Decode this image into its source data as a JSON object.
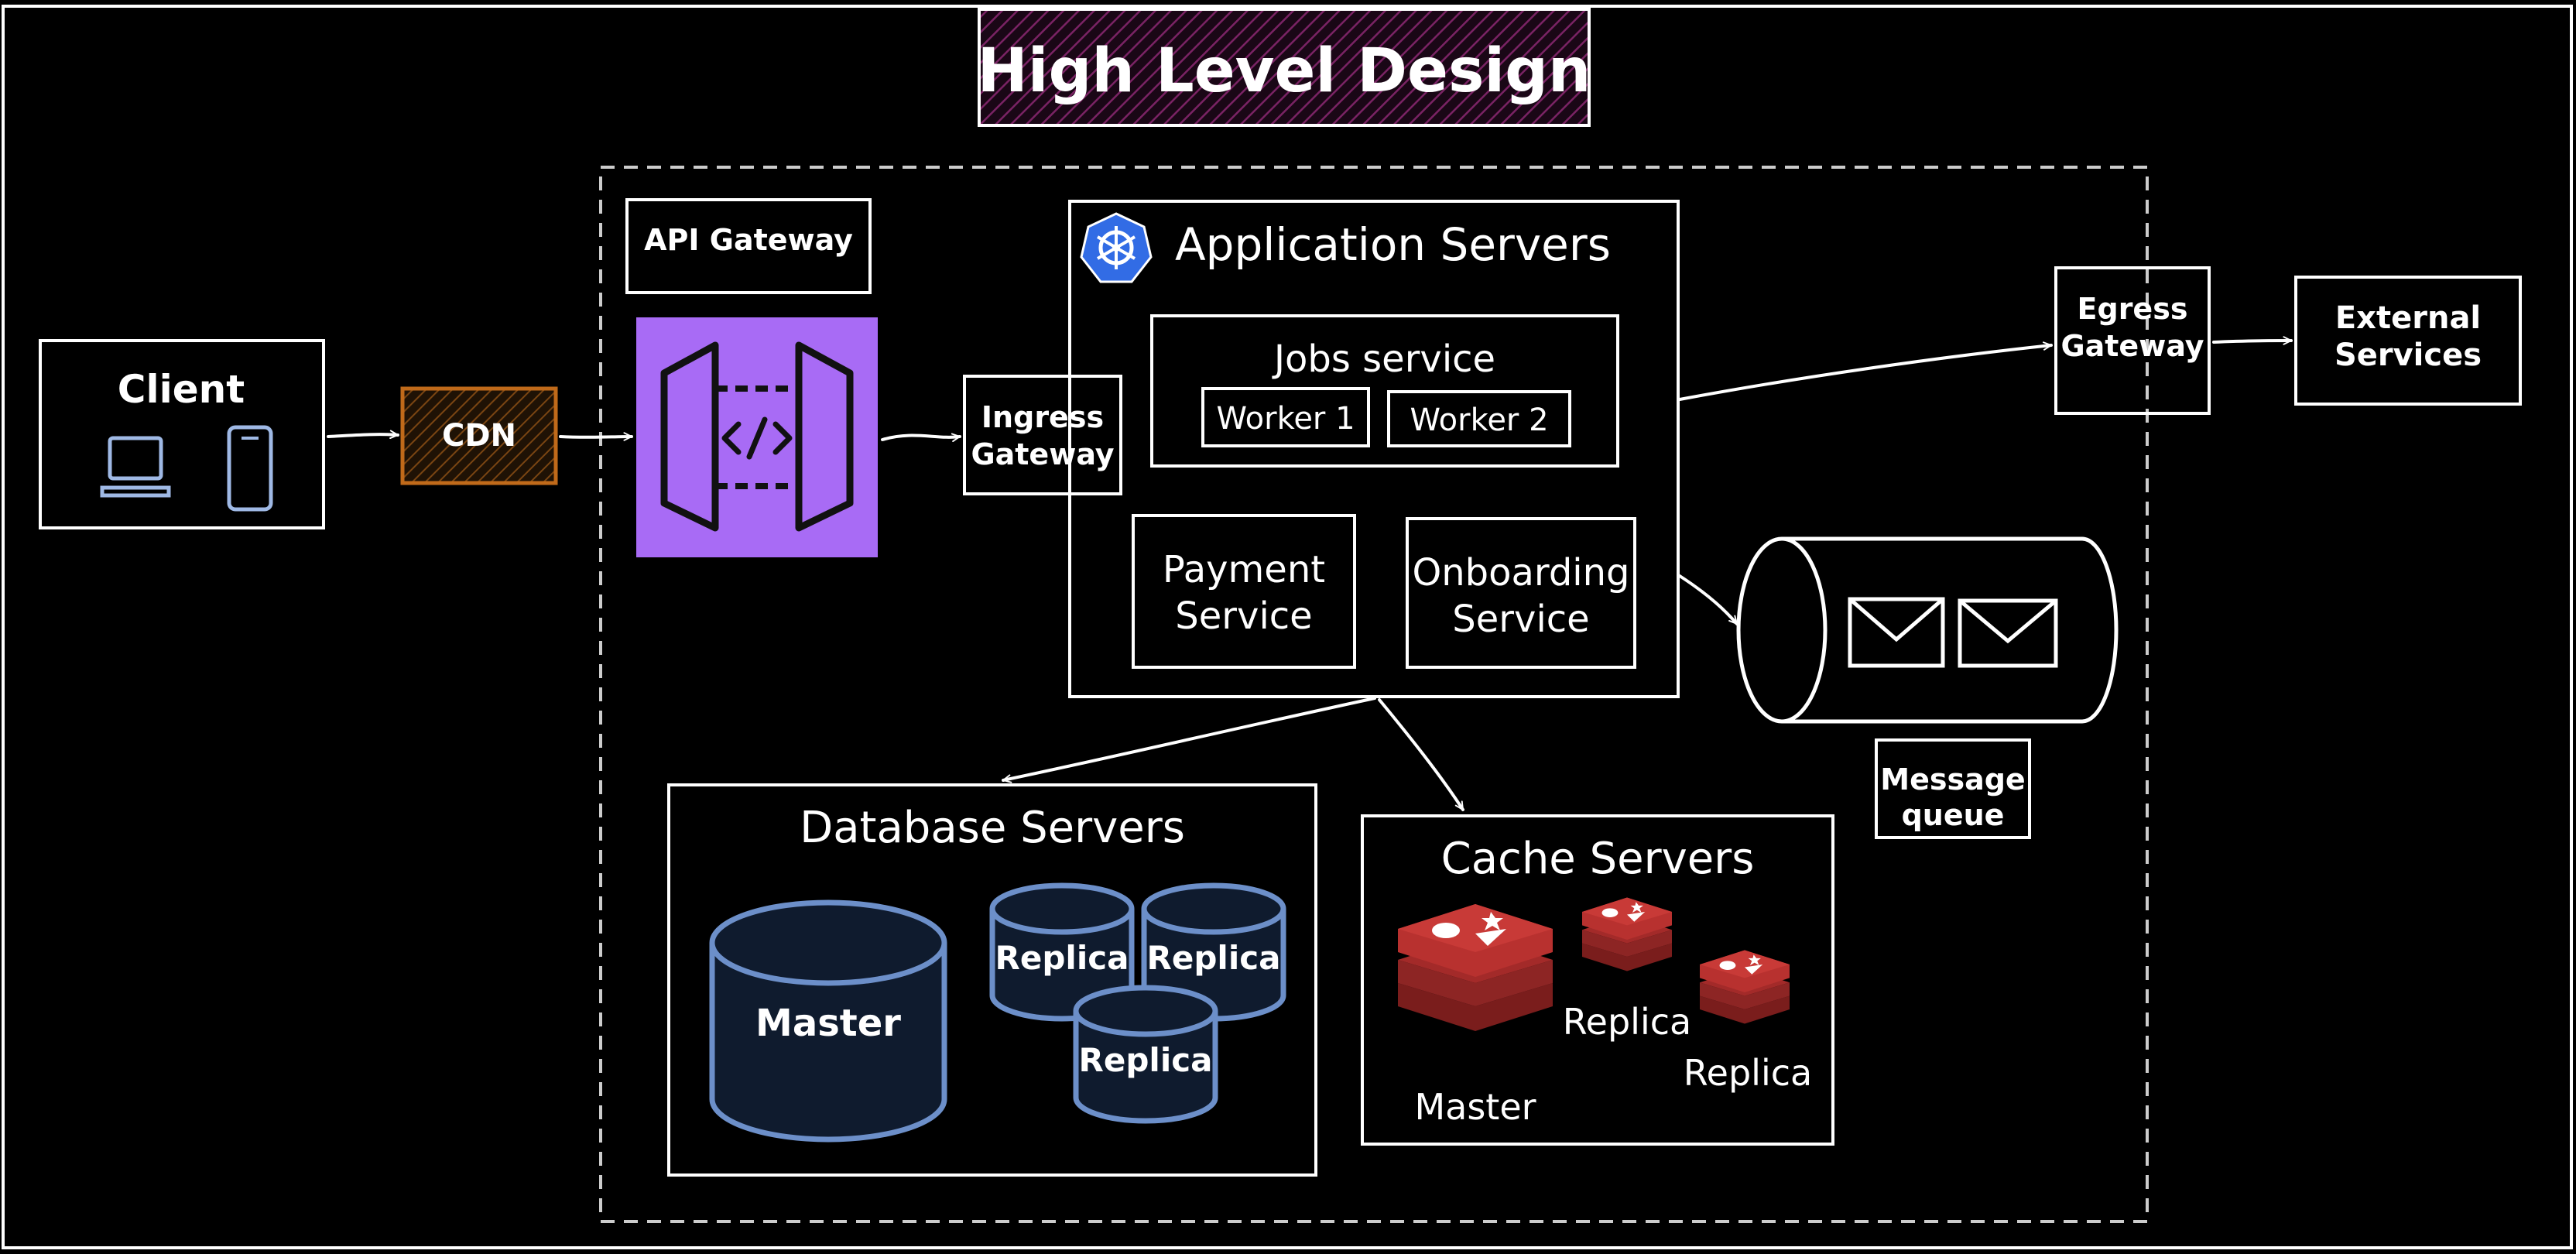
{
  "title": "High Level Design",
  "colors": {
    "background": "#000000",
    "stroke": "#ffffff",
    "title_fill": "#3a1030",
    "api_gateway_fill": "#a86bf5",
    "cdn_stroke": "#c06a1a",
    "db_fill": "#0f1b2e",
    "db_stroke": "#6c8fc9",
    "redis": "#a32a29",
    "kubernetes": "#326ce5"
  },
  "client": {
    "label": "Client",
    "icons": [
      "laptop-icon",
      "phone-icon"
    ]
  },
  "cdn": {
    "label": "CDN"
  },
  "api_gateway": {
    "label": "API Gateway",
    "icon": "api-gateway-icon"
  },
  "ingress": {
    "line1": "Ingress",
    "line2": "Gateway"
  },
  "app_servers": {
    "label": "Application Servers",
    "icon": "kubernetes-icon",
    "jobs": {
      "label": "Jobs service",
      "workers": [
        "Worker 1",
        "Worker 2"
      ]
    },
    "payment": {
      "line1": "Payment",
      "line2": "Service"
    },
    "onboarding": {
      "line1": "Onboarding",
      "line2": "Service"
    }
  },
  "egress": {
    "line1": "Egress",
    "line2": "Gateway"
  },
  "external": {
    "line1": "External",
    "line2": "Services"
  },
  "message_queue": {
    "line1": "Message",
    "line2": "queue",
    "icons": [
      "envelope-icon",
      "envelope-icon"
    ]
  },
  "database": {
    "label": "Database Servers",
    "master": "Master",
    "replicas": [
      "Replica",
      "Replica",
      "Replica"
    ]
  },
  "cache": {
    "label": "Cache Servers",
    "master": "Master",
    "replicas": [
      "Replica",
      "Replica"
    ],
    "icon": "redis-icon"
  }
}
